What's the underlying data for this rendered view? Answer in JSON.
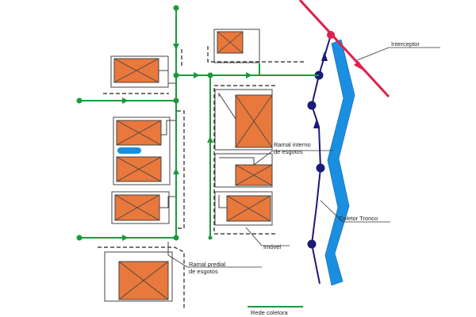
{
  "labels": {
    "interceptor": "Interceptor",
    "ramal_interno_1": "Ramal interno",
    "ramal_interno_2": "de esgotos",
    "coletor_tronco": "Coletor Tronco",
    "imovel": "Imóvel",
    "ramal_predial_1": "Ramal predial",
    "ramal_predial_2": "de esgotos",
    "rede_coletora": "Rede coletora"
  },
  "colors": {
    "collector_network": "#1a9a3a",
    "trunk_collector": "#1a1a7a",
    "interceptor": "#e0204a",
    "river": "#1a8fe0",
    "building_fill": "#e8783c",
    "outline": "#444444",
    "water_tank": "#1a8fe0"
  },
  "icons": {
    "node": "circle-node",
    "flow_direction": "arrow-head",
    "building": "crossed-rectangle"
  }
}
